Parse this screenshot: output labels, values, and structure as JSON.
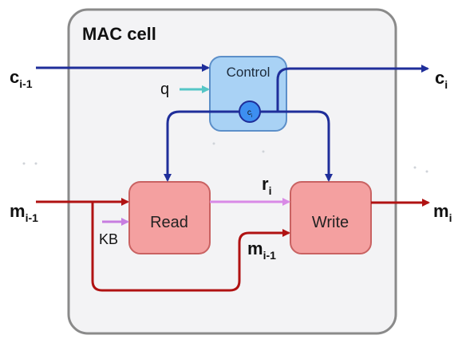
{
  "cell": {
    "title": "MAC cell"
  },
  "units": {
    "control": "Control",
    "read": "Read",
    "write": "Write",
    "control_state": {
      "base": "c",
      "sub": "i"
    }
  },
  "io": {
    "c_in": {
      "base": "c",
      "sub": "i-1"
    },
    "c_out": {
      "base": "c",
      "sub": "i"
    },
    "m_in": {
      "base": "m",
      "sub": "i-1"
    },
    "m_out": {
      "base": "m",
      "sub": "i"
    },
    "question": "q",
    "knowledge_base": "KB",
    "read_result": {
      "base": "r",
      "sub": "i"
    },
    "prev_memory": {
      "base": "m",
      "sub": "i-1"
    }
  },
  "colors": {
    "control_flow": "#1f2e9a",
    "memory_flow": "#b01212",
    "question_arrow": "#55c6c6",
    "kb_arrow": "#c77de0",
    "read_arrow": "#d98ae6",
    "control_fill": "#a9d2f5",
    "control_stroke": "#5c8fc9",
    "unit_fill": "#f4a0a0",
    "unit_stroke": "#c96262",
    "cell_fill": "#f3f3f5",
    "cell_stroke": "#8a8a8a"
  }
}
